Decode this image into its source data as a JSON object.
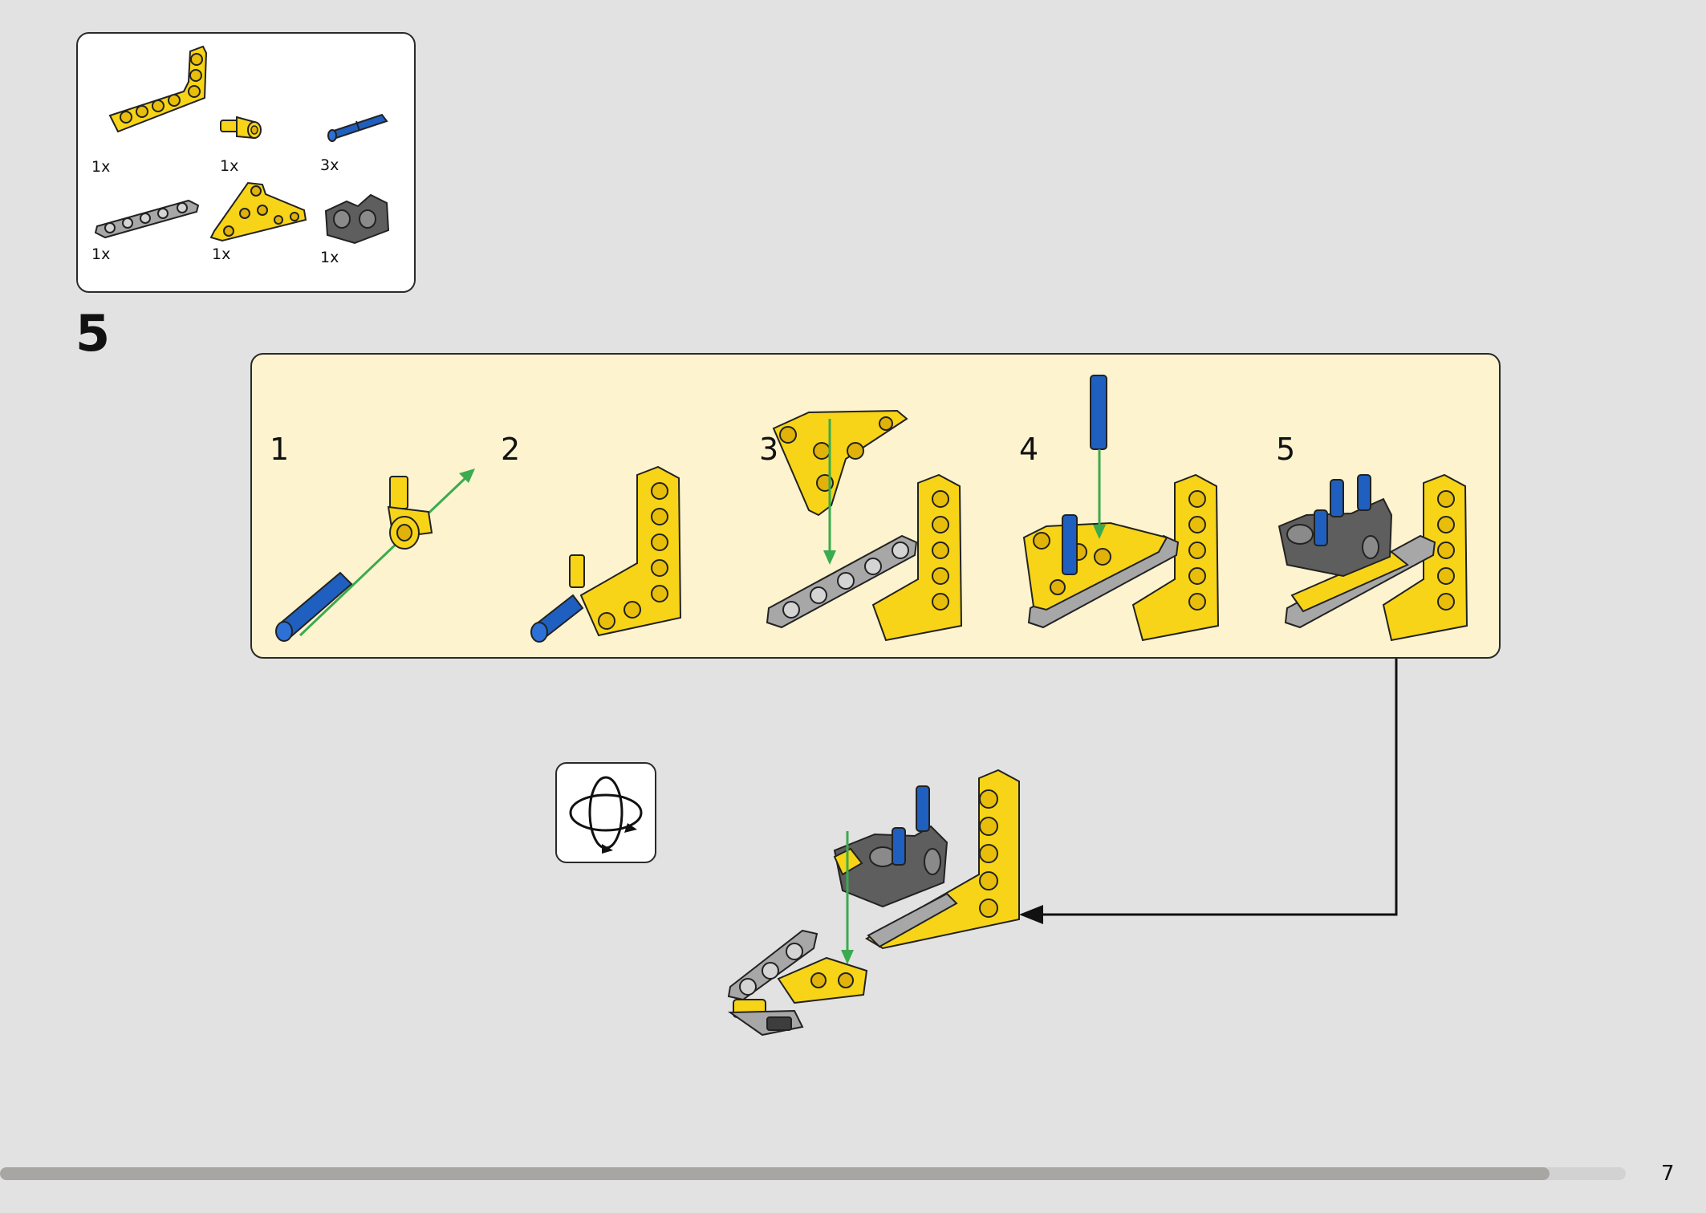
{
  "parts_list": [
    {
      "qty": "1x",
      "icon": "yellow-l-beam-icon"
    },
    {
      "qty": "1x",
      "icon": "yellow-axle-connector-icon"
    },
    {
      "qty": "3x",
      "icon": "blue-pin-icon"
    },
    {
      "qty": "1x",
      "icon": "gray-beam-icon"
    },
    {
      "qty": "1x",
      "icon": "yellow-triangle-plate-icon"
    },
    {
      "qty": "1x",
      "icon": "dark-gray-connector-block-icon"
    }
  ],
  "step": {
    "number": "5"
  },
  "substeps": [
    {
      "number": "1"
    },
    {
      "number": "2"
    },
    {
      "number": "3"
    },
    {
      "number": "4"
    },
    {
      "number": "5"
    }
  ],
  "page": {
    "number": "7",
    "progress": 0.953
  },
  "colors": {
    "yellow": "#f7d417",
    "blue": "#1f5fbf",
    "gray": "#a7a7a7",
    "dark_gray": "#5e5e5e",
    "green_arrow": "#3aab4f",
    "substep_bg": "#fdf3cf"
  }
}
